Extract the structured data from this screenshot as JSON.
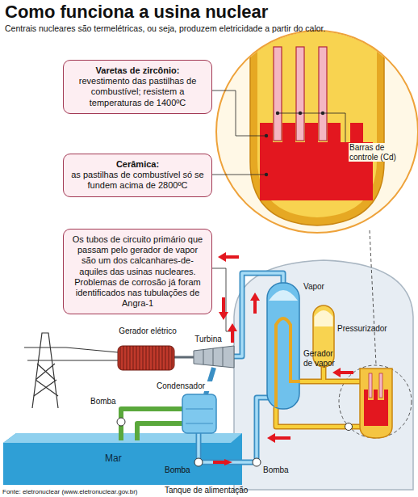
{
  "diagram": {
    "title": "Como funciona a usina nuclear",
    "caption": "Centrais nucleares são termelétricas, ou seja, produzem eletricidade a partir do calor.",
    "nodes": [
      {
        "text": [
          "Varetas de zircônio:",
          "revestimento das pastilhas de combustível; resistem a temperaturas de 1400ºC"
        ]
      },
      {
        "text": [
          "Cerâmica:",
          "as pastilhas de combustível só se fundem acima de 2800ºC"
        ]
      },
      {
        "text": [
          "Os tubos de circuito primário que passam pelo gerador de vapor são um dos calcanhares-de-aquiles das usinas nucleares. Problemas de corrosão já foram identificados nas tubulações de Angra-1"
        ]
      }
    ],
    "labels": [
      "Barras de controle (Cd)",
      "Vapor",
      "Pressurizador",
      "Gerador de vapor",
      "Gerador elétrico",
      "Turbina",
      "Condensador",
      "Bomba",
      "Mar",
      "Bomba",
      "Bomba",
      "Tanque de alimentação",
      "Fonte: eletronuclear (www.eletronuclear.gov.br)"
    ]
  }
}
